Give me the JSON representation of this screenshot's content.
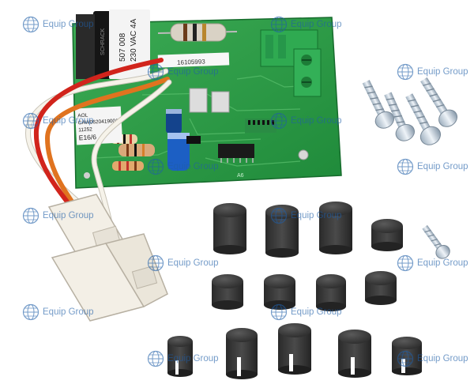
{
  "watermark": {
    "text": "Equip Group",
    "color": "#1f5ea8"
  },
  "board_labels": {
    "relay_code": "507 008",
    "relay_rating": "230 VAC 4A",
    "relay_side": "SCHRACK",
    "sticker_id": "16105993",
    "label_line1": "AOL",
    "label_line2": "CAW0620419001L",
    "label_line3": "11252",
    "label_line4": "E16/6",
    "silk_bottom": "A6"
  }
}
